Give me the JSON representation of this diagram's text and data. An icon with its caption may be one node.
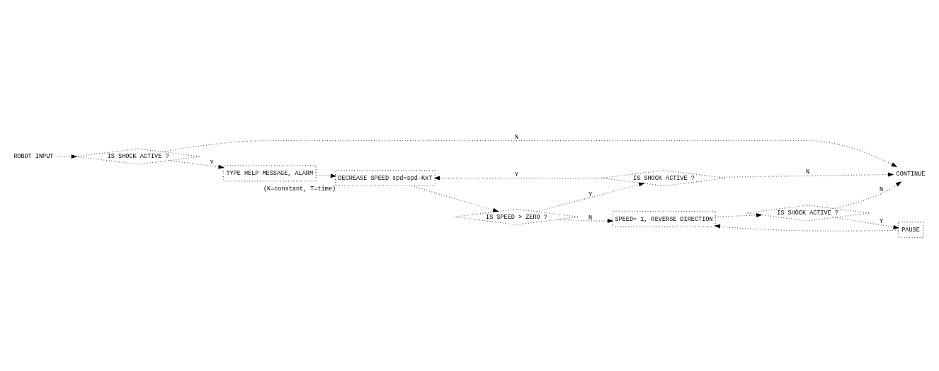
{
  "diagram": {
    "nodes": [
      {
        "text": [
          "ROBOT INPUT"
        ]
      },
      {
        "text": [
          "IS SHOCK ACTIVE ?"
        ]
      },
      {
        "text": [
          "TYPE HELP MESSAGE, ALARM"
        ]
      },
      {
        "text": [
          "DECREASE SPEED spd=spd-KxT"
        ],
        "beside": [
          "(K=constant, T=time)"
        ]
      },
      {
        "text": [
          "IS SPEED > ZERO ?"
        ]
      },
      {
        "text": [
          "IS SHOCK ACTIVE ?"
        ]
      },
      {
        "text": [
          "IS SHOCK ACTIVE ?"
        ]
      },
      {
        "text": [
          "SPEED= 1, REVERSE DIRECTION"
        ]
      },
      {
        "text": [
          "PAUSE"
        ]
      },
      {
        "text": [
          "CONTINUE"
        ]
      }
    ],
    "edges": [
      {
        "from": 0,
        "to": 1,
        "arrow": "to"
      },
      {
        "from": 1,
        "to": 2,
        "arrow": "to",
        "label": "Y"
      },
      {
        "from": 2,
        "to": 3,
        "arrow": "to"
      },
      {
        "from": 3,
        "to": 4,
        "arrow": "to"
      },
      {
        "from": 4,
        "to": 5,
        "arrow": "to",
        "label": "Y"
      },
      {
        "from": 5,
        "to": 3,
        "arrow": "to",
        "label": "Y"
      },
      {
        "from": 1,
        "to": 9,
        "arrow": "to",
        "label": "N"
      },
      {
        "from": 4,
        "to": 7,
        "arrow": "to",
        "label": "N"
      },
      {
        "from": 5,
        "to": 9,
        "arrow": "to",
        "label": "N"
      },
      {
        "from": 7,
        "to": 6,
        "arrow": "to"
      },
      {
        "from": 6,
        "to": 9,
        "arrow": "to",
        "label": "N"
      },
      {
        "from": 6,
        "to": 8,
        "arrow": "to",
        "label": "Y"
      },
      {
        "from": 8,
        "to": 7,
        "arrow": "to"
      }
    ]
  }
}
